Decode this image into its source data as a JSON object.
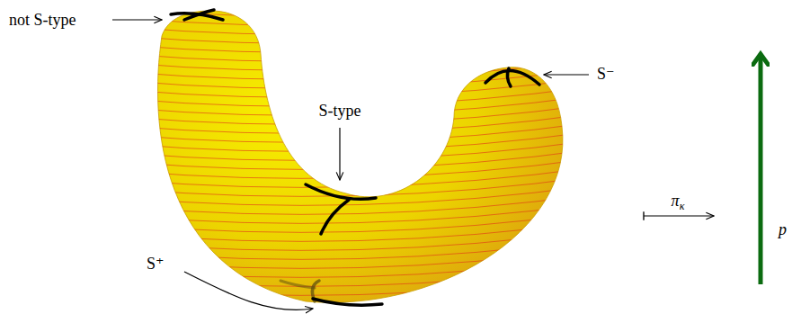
{
  "diagram": {
    "labels": [
      "not S-type",
      "S-type",
      "S⁻",
      "S⁺",
      "πκ",
      "p"
    ]
  }
}
